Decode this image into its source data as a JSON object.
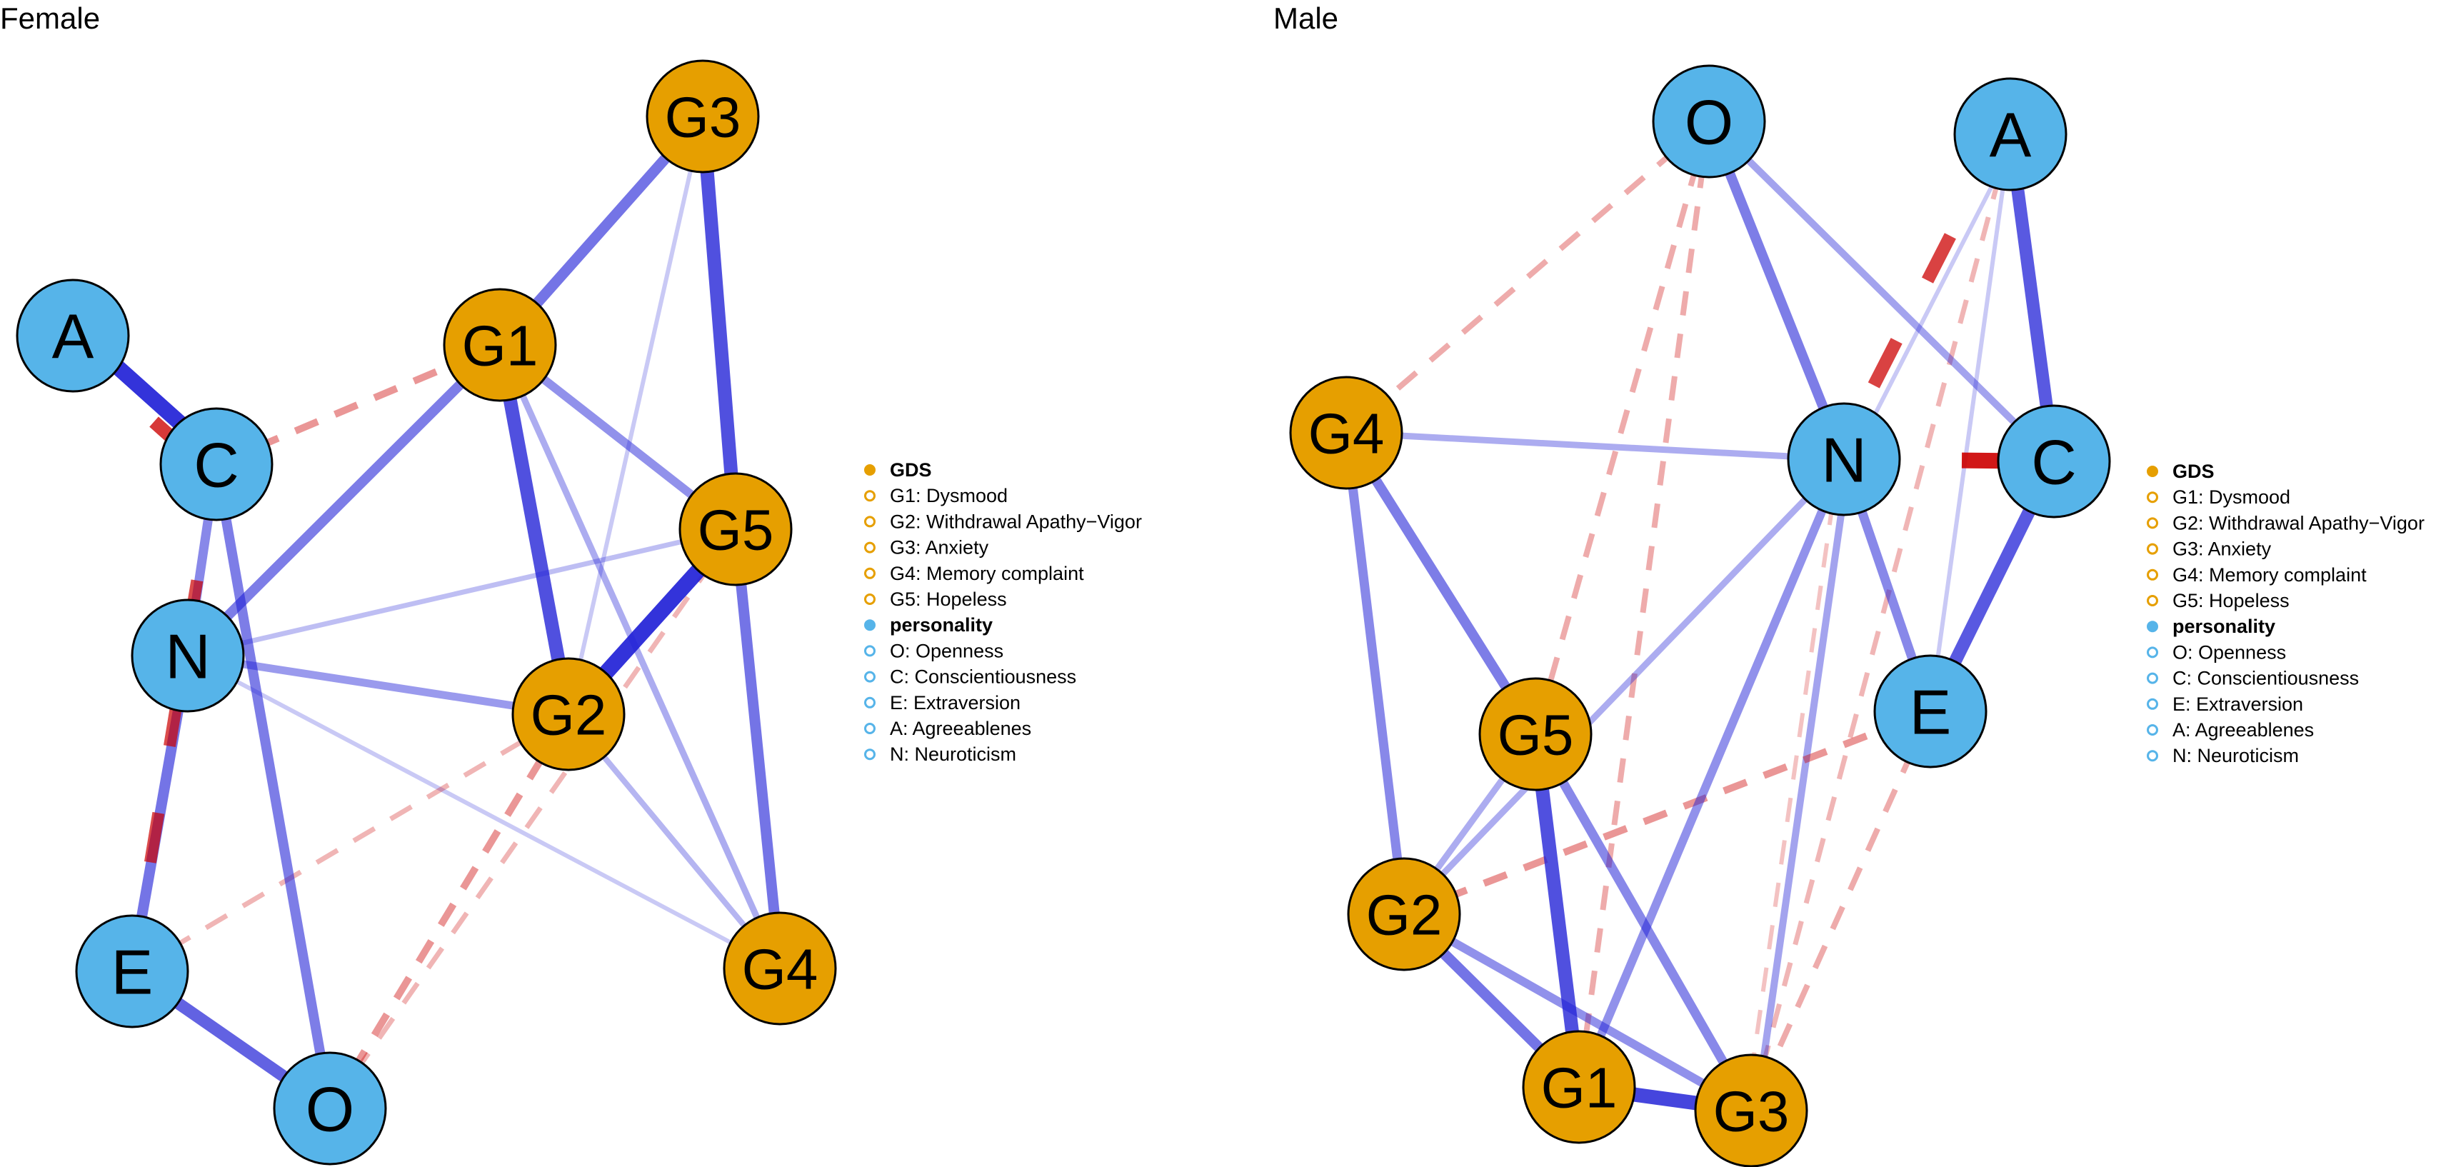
{
  "colors": {
    "gds": "#E69F00",
    "personality": "#56B4E9",
    "positive": "#1F1FD6",
    "negative": "#CC0000",
    "node_outline": "#000000"
  },
  "legend": {
    "gds_heading": "GDS",
    "gds_items": [
      "G1: Dysmood",
      "G2: Withdrawal Apathy−Vigor",
      "G3: Anxiety",
      "G4: Memory complaint",
      "G5: Hopeless"
    ],
    "personality_heading": "personality",
    "personality_items": [
      "O: Openness",
      "C: Conscientiousness",
      "E: Extraversion",
      "A: Agreeablenes",
      "N: Neuroticism"
    ]
  },
  "networks": [
    {
      "title": "Female",
      "nodes": [
        {
          "id": "G3",
          "group": "gds"
        },
        {
          "id": "G1",
          "group": "gds"
        },
        {
          "id": "G5",
          "group": "gds"
        },
        {
          "id": "G2",
          "group": "gds"
        },
        {
          "id": "G4",
          "group": "gds"
        },
        {
          "id": "A",
          "group": "personality"
        },
        {
          "id": "C",
          "group": "personality"
        },
        {
          "id": "N",
          "group": "personality"
        },
        {
          "id": "E",
          "group": "personality"
        },
        {
          "id": "O",
          "group": "personality"
        }
      ],
      "edges": [
        {
          "from": "A",
          "to": "C",
          "sign": "+",
          "strength": 0.95
        },
        {
          "from": "G5",
          "to": "G2",
          "sign": "+",
          "strength": 0.95
        },
        {
          "from": "G1",
          "to": "G2",
          "sign": "+",
          "strength": 0.8
        },
        {
          "from": "G3",
          "to": "G5",
          "sign": "+",
          "strength": 0.8
        },
        {
          "from": "G3",
          "to": "G1",
          "sign": "+",
          "strength": 0.6
        },
        {
          "from": "E",
          "to": "O",
          "sign": "+",
          "strength": 0.7
        },
        {
          "from": "G5",
          "to": "G4",
          "sign": "+",
          "strength": 0.6
        },
        {
          "from": "G1",
          "to": "N",
          "sign": "+",
          "strength": 0.55
        },
        {
          "from": "C",
          "to": "O",
          "sign": "+",
          "strength": 0.55
        },
        {
          "from": "N",
          "to": "E",
          "sign": "+",
          "strength": 0.6
        },
        {
          "from": "C",
          "to": "N",
          "sign": "+",
          "strength": 0.5
        },
        {
          "from": "G1",
          "to": "G5",
          "sign": "+",
          "strength": 0.45
        },
        {
          "from": "N",
          "to": "G2",
          "sign": "+",
          "strength": 0.4
        },
        {
          "from": "G1",
          "to": "G4",
          "sign": "+",
          "strength": 0.3
        },
        {
          "from": "G2",
          "to": "G4",
          "sign": "+",
          "strength": 0.25
        },
        {
          "from": "N",
          "to": "G5",
          "sign": "+",
          "strength": 0.2
        },
        {
          "from": "G3",
          "to": "G2",
          "sign": "+",
          "strength": 0.15
        },
        {
          "from": "N",
          "to": "G4",
          "sign": "+",
          "strength": 0.15
        },
        {
          "from": "A",
          "to": "C",
          "sign": "-",
          "strength": 0.8
        },
        {
          "from": "C",
          "to": "E",
          "sign": "-",
          "strength": 0.7
        },
        {
          "from": "C",
          "to": "G1",
          "sign": "-",
          "strength": 0.35
        },
        {
          "from": "O",
          "to": "G2",
          "sign": "-",
          "strength": 0.35
        },
        {
          "from": "E",
          "to": "G2",
          "sign": "-",
          "strength": 0.2
        },
        {
          "from": "O",
          "to": "G5",
          "sign": "-",
          "strength": 0.2
        }
      ]
    },
    {
      "title": "Male",
      "nodes": [
        {
          "id": "O",
          "group": "personality"
        },
        {
          "id": "A",
          "group": "personality"
        },
        {
          "id": "G4",
          "group": "gds"
        },
        {
          "id": "N",
          "group": "personality"
        },
        {
          "id": "C",
          "group": "personality"
        },
        {
          "id": "E",
          "group": "personality"
        },
        {
          "id": "G5",
          "group": "gds"
        },
        {
          "id": "G2",
          "group": "gds"
        },
        {
          "id": "G1",
          "group": "gds"
        },
        {
          "id": "G3",
          "group": "gds"
        }
      ],
      "edges": [
        {
          "from": "A",
          "to": "C",
          "sign": "+",
          "strength": 0.75
        },
        {
          "from": "C",
          "to": "E",
          "sign": "+",
          "strength": 0.75
        },
        {
          "from": "G5",
          "to": "G1",
          "sign": "+",
          "strength": 0.8
        },
        {
          "from": "G1",
          "to": "G3",
          "sign": "+",
          "strength": 0.85
        },
        {
          "from": "O",
          "to": "N",
          "sign": "+",
          "strength": 0.55
        },
        {
          "from": "G4",
          "to": "G5",
          "sign": "+",
          "strength": 0.55
        },
        {
          "from": "G4",
          "to": "G2",
          "sign": "+",
          "strength": 0.5
        },
        {
          "from": "G2",
          "to": "G1",
          "sign": "+",
          "strength": 0.6
        },
        {
          "from": "G5",
          "to": "G3",
          "sign": "+",
          "strength": 0.5
        },
        {
          "from": "N",
          "to": "E",
          "sign": "+",
          "strength": 0.5
        },
        {
          "from": "N",
          "to": "G1",
          "sign": "+",
          "strength": 0.45
        },
        {
          "from": "G2",
          "to": "G3",
          "sign": "+",
          "strength": 0.45
        },
        {
          "from": "O",
          "to": "C",
          "sign": "+",
          "strength": 0.35
        },
        {
          "from": "G4",
          "to": "N",
          "sign": "+",
          "strength": 0.3
        },
        {
          "from": "N",
          "to": "G2",
          "sign": "+",
          "strength": 0.3
        },
        {
          "from": "N",
          "to": "G3",
          "sign": "+",
          "strength": 0.35
        },
        {
          "from": "G5",
          "to": "G2",
          "sign": "+",
          "strength": 0.3
        },
        {
          "from": "A",
          "to": "N",
          "sign": "+",
          "strength": 0.15
        },
        {
          "from": "A",
          "to": "E",
          "sign": "+",
          "strength": 0.15
        },
        {
          "from": "N",
          "to": "C",
          "sign": "-",
          "strength": 0.95
        },
        {
          "from": "A",
          "to": "N",
          "sign": "-",
          "strength": 0.75
        },
        {
          "from": "G2",
          "to": "E",
          "sign": "-",
          "strength": 0.35
        },
        {
          "from": "O",
          "to": "G4",
          "sign": "-",
          "strength": 0.25
        },
        {
          "from": "O",
          "to": "G5",
          "sign": "-",
          "strength": 0.25
        },
        {
          "from": "O",
          "to": "G1",
          "sign": "-",
          "strength": 0.25
        },
        {
          "from": "E",
          "to": "G3",
          "sign": "-",
          "strength": 0.25
        },
        {
          "from": "A",
          "to": "G3",
          "sign": "-",
          "strength": 0.2
        },
        {
          "from": "N",
          "to": "G3",
          "sign": "-",
          "strength": 0.15
        }
      ]
    }
  ]
}
